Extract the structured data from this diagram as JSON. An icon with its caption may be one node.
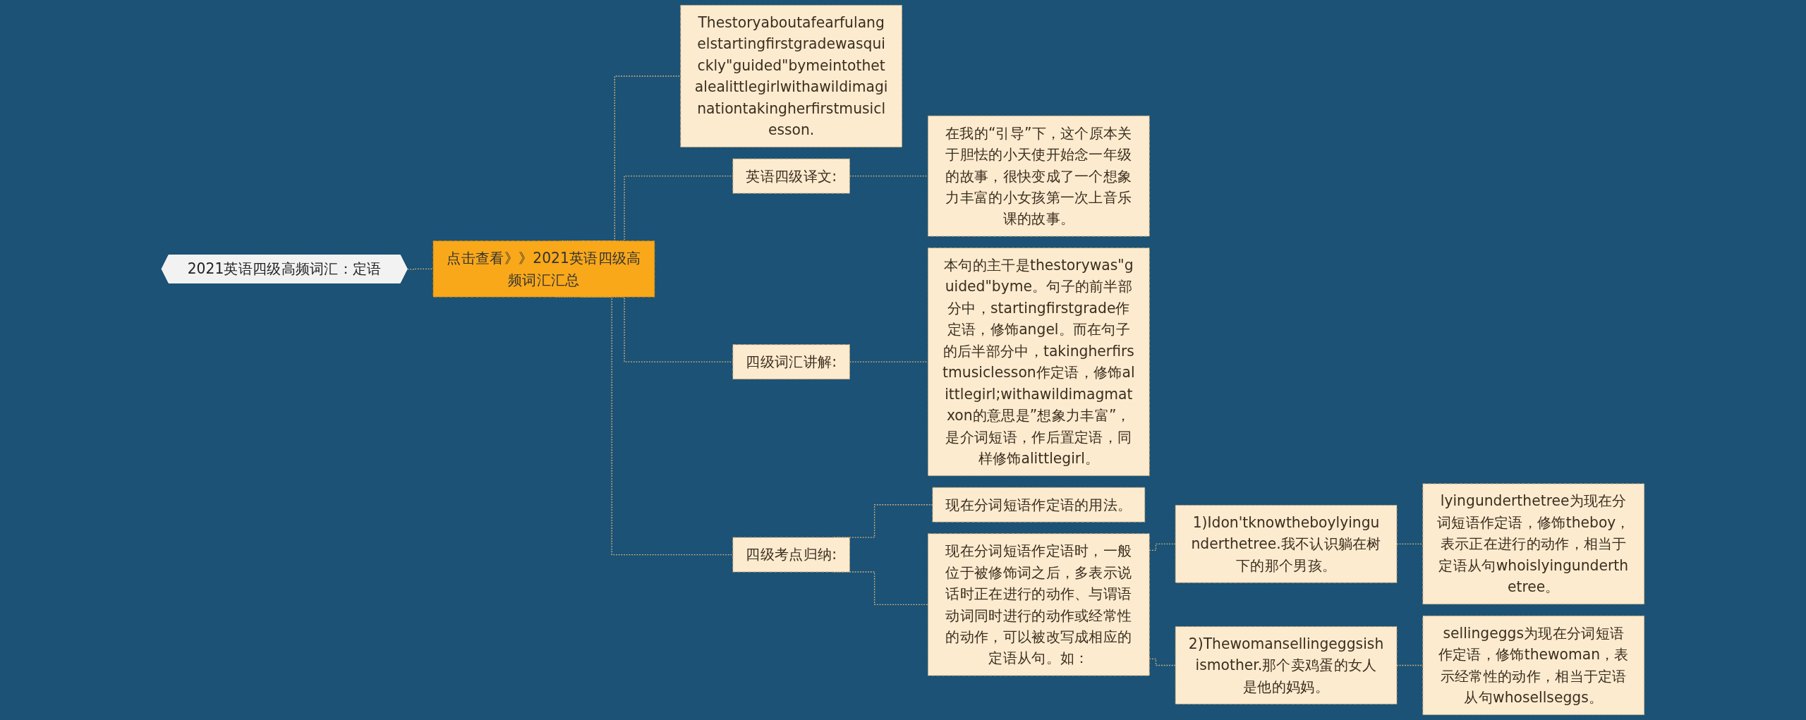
{
  "diagram": {
    "nodes": [
      {
        "text": [
          "2021英语四级高频词汇：定语"
        ]
      },
      {
        "text": [
          "点击查看》》2021英语四级高频词汇汇总"
        ]
      },
      {
        "text": [
          "Thestoryaboutafearfulangelstartingfirstgradewasquickly\"guided\"bymeintothetalealittlegirlwithawildimaginationtakingherfirstmusiclesson."
        ]
      },
      {
        "text": [
          "英语四级译文:"
        ]
      },
      {
        "text": [
          "在我的“引导”下，这个原本关于胆怯的小天使开始念一年级的故事，很快变成了一个想象力丰富的小女孩第一次上音乐课的故事。"
        ]
      },
      {
        "text": [
          "四级词汇讲解:"
        ]
      },
      {
        "text": [
          "本句的主干是thestorywas\"guided\"byme。句子的前半部分中，startingfirstgrade作定语，修饰angel。而在句子的后半部分中，takingherfirstmusiclesson作定语，修饰alittlegirl;withawildimagmatxon的意思是”想象力丰富”，是介词短语，作后置定语，同样修饰alittlegirl。"
        ]
      },
      {
        "text": [
          "四级考点归纳:"
        ]
      },
      {
        "text": [
          "现在分词短语作定语的用法。"
        ]
      },
      {
        "text": [
          "现在分词短语作定语时，一般位于被修饰词之后，多表示说话时正在进行的动作、与谓语动词同时进行的动作或经常性的动作，可以被改写成相应的定语从句。如："
        ]
      },
      {
        "text": [
          "1)Idon'tknowtheboylyingunderthetree.我不认识躺在树下的那个男孩。"
        ]
      },
      {
        "text": [
          "2)Thewomansellingeggsishismother.那个卖鸡蛋的女人是他的妈妈。"
        ]
      },
      {
        "text": [
          "lyingunderthetree为现在分词短语作定语，修饰theboy，表示正在进行的动作，相当于定语从句whoislyingunderthetree。"
        ]
      },
      {
        "text": [
          "sellingeggs为现在分词短语作定语，修饰thewoman，表示经常性的动作，相当于定语从句whosellseggs。"
        ]
      }
    ],
    "edges": [
      {
        "from": 0,
        "to": 1,
        "arrow": "none",
        "style": "dashed"
      },
      {
        "from": 1,
        "to": 2,
        "arrow": "none",
        "style": "dashed"
      },
      {
        "from": 1,
        "to": 3,
        "arrow": "none",
        "style": "dashed"
      },
      {
        "from": 1,
        "to": 5,
        "arrow": "none",
        "style": "dashed"
      },
      {
        "from": 1,
        "to": 7,
        "arrow": "none",
        "style": "dashed"
      },
      {
        "from": 3,
        "to": 4,
        "arrow": "none",
        "style": "dashed"
      },
      {
        "from": 5,
        "to": 6,
        "arrow": "none",
        "style": "dashed"
      },
      {
        "from": 7,
        "to": 8,
        "arrow": "none",
        "style": "dashed"
      },
      {
        "from": 7,
        "to": 9,
        "arrow": "none",
        "style": "dashed"
      },
      {
        "from": 9,
        "to": 10,
        "arrow": "none",
        "style": "dashed"
      },
      {
        "from": 9,
        "to": 11,
        "arrow": "none",
        "style": "dashed"
      },
      {
        "from": 10,
        "to": 12,
        "arrow": "none",
        "style": "dashed"
      },
      {
        "from": 11,
        "to": 13,
        "arrow": "none",
        "style": "dashed"
      }
    ]
  }
}
